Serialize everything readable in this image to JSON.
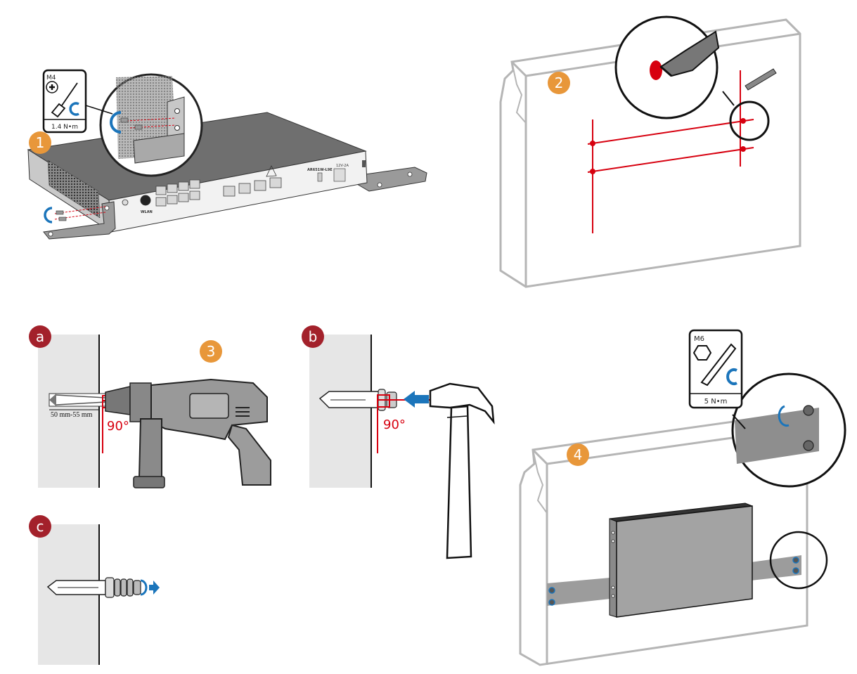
{
  "colors": {
    "step_badge": "#e8973a",
    "substep_badge": "#a3212b",
    "marker_red": "#d7000f",
    "rotate_blue": "#1b75bb",
    "wall_outline": "#b5b5b5",
    "wall_fill": "#e6e6e6"
  },
  "steps": [
    {
      "number": "1"
    },
    {
      "number": "2"
    },
    {
      "number": "3"
    },
    {
      "number": "4"
    }
  ],
  "substeps": [
    "a",
    "b",
    "c"
  ],
  "tool_step1": {
    "bit_label": "M4",
    "torque": "1.4 N•m",
    "icon": "phillips-screwdriver-icon"
  },
  "tool_step4": {
    "bit_label": "M6",
    "torque": "5 N•m",
    "icon": "hex-wrench-icon"
  },
  "device_labels": {
    "model": "AR651W-L9E",
    "psu": "12V-2A",
    "wlan": "WLAN"
  },
  "drill": {
    "depth": "50 mm-55 mm",
    "angle_a": "90°",
    "angle_b": "90°"
  }
}
